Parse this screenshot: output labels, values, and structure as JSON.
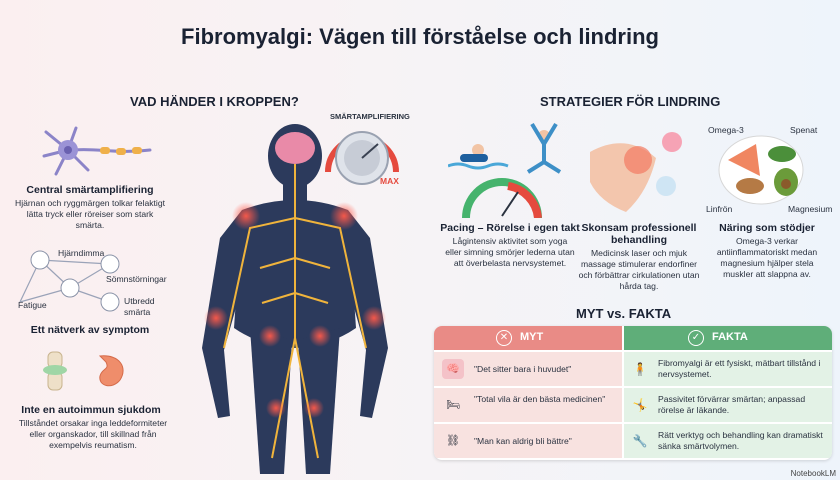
{
  "title": "Fibromyalgi: Vägen till förståelse och lindring",
  "left": {
    "heading": "VAD HÄNDER I KROPPEN?",
    "dial_label": "SMÄRTAMPLIFIERING",
    "dial_max": "MAX",
    "central": {
      "title": "Central smärtamplifiering",
      "text": "Hjärnan och ryggmärgen tolkar felaktigt lätta tryck eller röreiser som stark smärta."
    },
    "network": {
      "nodes": [
        "Hjärndimma",
        "Sömnstörningar",
        "Fatigue",
        "Utbredd smärta"
      ],
      "title": "Ett nätverk av symptom"
    },
    "autoimmune": {
      "title": "Inte en autoimmun sjukdom",
      "text": "Tillståndet orsakar inga leddeformiteter eller organskador, till skillnad från exempelvis reumatism."
    }
  },
  "right": {
    "heading": "STRATEGIER FÖR LINDRING",
    "strategies": [
      {
        "title": "Pacing – Rörelse i egen takt",
        "text": "Lågintensiv aktivitet som yoga eller simning smörjer lederna utan att överbelasta nervsystemet."
      },
      {
        "title": "Skonsam professionell behandling",
        "text": "Medicinsk laser och mjuk massage stimulerar endorfiner och förbättrar cirkulationen utan hårda tag."
      },
      {
        "title": "Näring som stödjer",
        "text": "Omega-3 verkar antiinflammatoriskt medan magnesium hjälper stela muskler att slappna av."
      }
    ],
    "food_labels": [
      "Omega-3",
      "Spenat",
      "Linfrön",
      "Magnesium"
    ]
  },
  "myth_fact": {
    "heading": "MYT vs. FAKTA",
    "myth_label": "MYT",
    "fact_label": "FAKTA",
    "rows": [
      {
        "myth": "\"Det sitter bara i huvudet\"",
        "fact": "Fibromyalgi är ett fysiskt, mätbart tillstånd i nervsystemet."
      },
      {
        "myth": "\"Total vila är den bästa medicinen\"",
        "fact": "Passivitet förvärrar smärtan; anpassad rörelse är läkande."
      },
      {
        "myth": "\"Man kan aldrig bli bättre\"",
        "fact": "Rätt verktyg och behandling kan dramatiskt sänka smärtvolymen."
      }
    ]
  },
  "brand": "NotebookLM",
  "colors": {
    "myth": "#e98b86",
    "fact": "#5fae79",
    "nerve": "#f0b43c",
    "body": "#2c3a5c",
    "pain": "#e8413a"
  }
}
